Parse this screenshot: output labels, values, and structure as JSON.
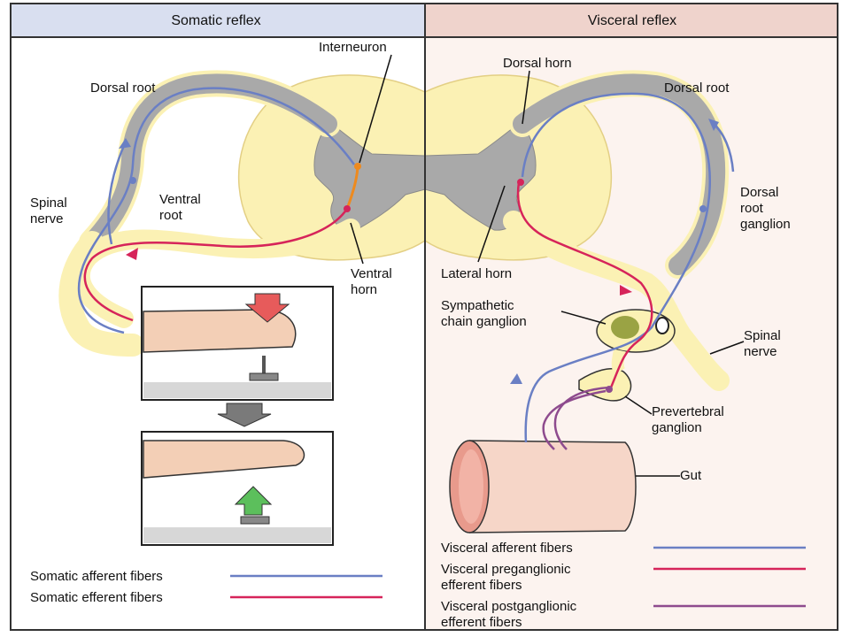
{
  "panels": {
    "left_title": "Somatic reflex",
    "right_title": "Visceral reflex"
  },
  "labels": {
    "interneuron": "Interneuron",
    "dorsal_root_left": "Dorsal root",
    "spinal_nerve_left_1": "Spinal",
    "spinal_nerve_left_2": "nerve",
    "ventral_root_1": "Ventral",
    "ventral_root_2": "root",
    "ventral_horn_1": "Ventral",
    "ventral_horn_2": "horn",
    "dorsal_horn": "Dorsal horn",
    "dorsal_root_right": "Dorsal root",
    "drg_1": "Dorsal",
    "drg_2": "root",
    "drg_3": "ganglion",
    "lateral_horn": "Lateral horn",
    "sympathetic_1": "Sympathetic",
    "sympathetic_2": "chain ganglion",
    "spinal_nerve_right_1": "Spinal",
    "spinal_nerve_right_2": "nerve",
    "prevertebral_1": "Prevertebral",
    "prevertebral_2": "ganglion",
    "gut": "Gut"
  },
  "legend_left": [
    {
      "label": "Somatic afferent fibers",
      "color": "#6a7fc4"
    },
    {
      "label": "Somatic efferent fibers",
      "color": "#d6245a"
    }
  ],
  "legend_right": [
    {
      "lines": [
        "Visceral afferent fibers"
      ],
      "color": "#6a7fc4"
    },
    {
      "lines": [
        "Visceral preganglionic",
        "efferent fibers"
      ],
      "color": "#d6245a"
    },
    {
      "lines": [
        "Visceral postganglionic",
        "efferent fibers"
      ],
      "color": "#8e4b8e"
    }
  ],
  "colors": {
    "left_header": "#d9dff0",
    "right_header": "#efd3cc",
    "left_bg": "#ffffff",
    "right_bg": "#fcf3ef",
    "white_matter": "#fbf1b4",
    "gray_matter": "#a9a9a9",
    "afferent": "#6a7fc4",
    "efferent": "#d6245a",
    "postganglionic": "#8e4b8e",
    "interneuron": "#ee8a1e",
    "gut": "#f6d6c8"
  }
}
